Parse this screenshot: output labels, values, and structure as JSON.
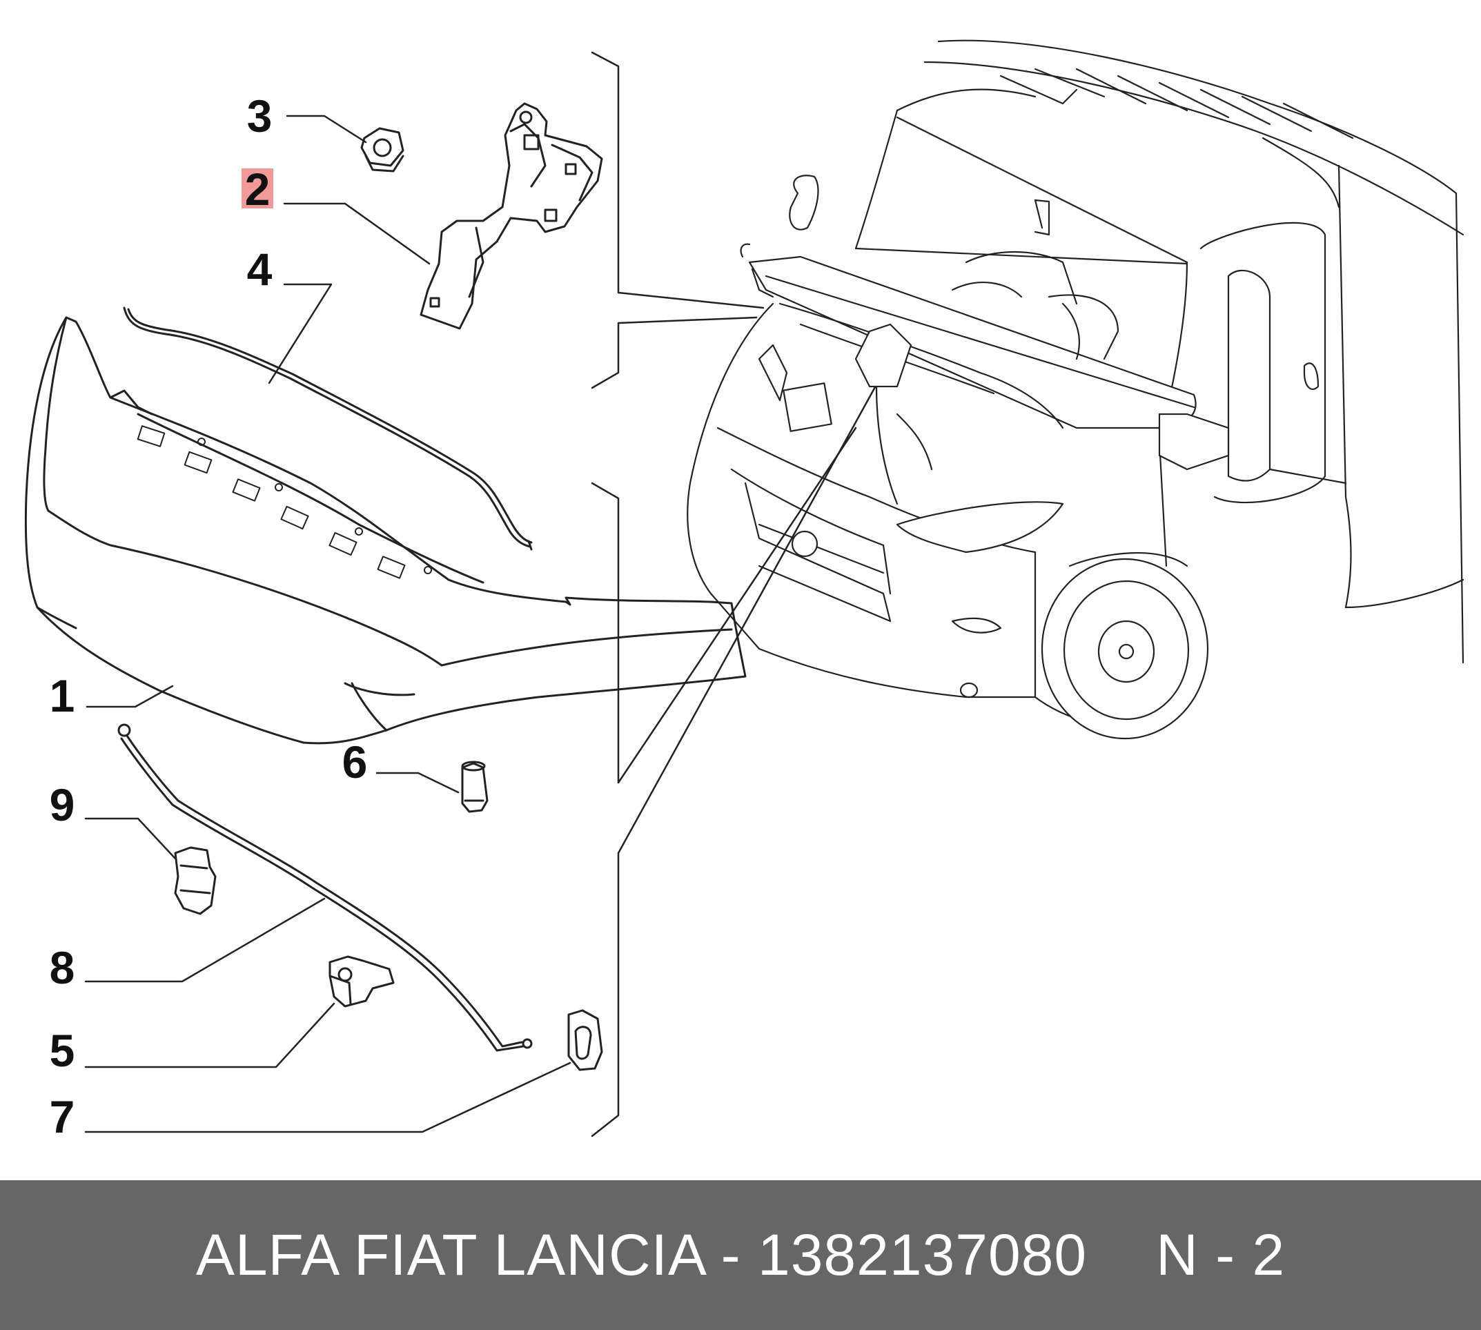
{
  "diagram": {
    "callouts": [
      {
        "id": "3",
        "label": "3",
        "highlighted": false
      },
      {
        "id": "2",
        "label": "2",
        "highlighted": true
      },
      {
        "id": "4",
        "label": "4",
        "highlighted": false
      },
      {
        "id": "1",
        "label": "1",
        "highlighted": false
      },
      {
        "id": "6",
        "label": "6",
        "highlighted": false
      },
      {
        "id": "9",
        "label": "9",
        "highlighted": false
      },
      {
        "id": "8",
        "label": "8",
        "highlighted": false
      },
      {
        "id": "5",
        "label": "5",
        "highlighted": false
      },
      {
        "id": "7",
        "label": "7",
        "highlighted": false
      }
    ],
    "highlight_color": "#f29a9a",
    "highlight_text_color": "#8b0000"
  },
  "footer": {
    "part_text": "ALFA FIAT LANCIA - 1382137080",
    "diagram_ref": "N - 2",
    "background_color": "#666666"
  }
}
